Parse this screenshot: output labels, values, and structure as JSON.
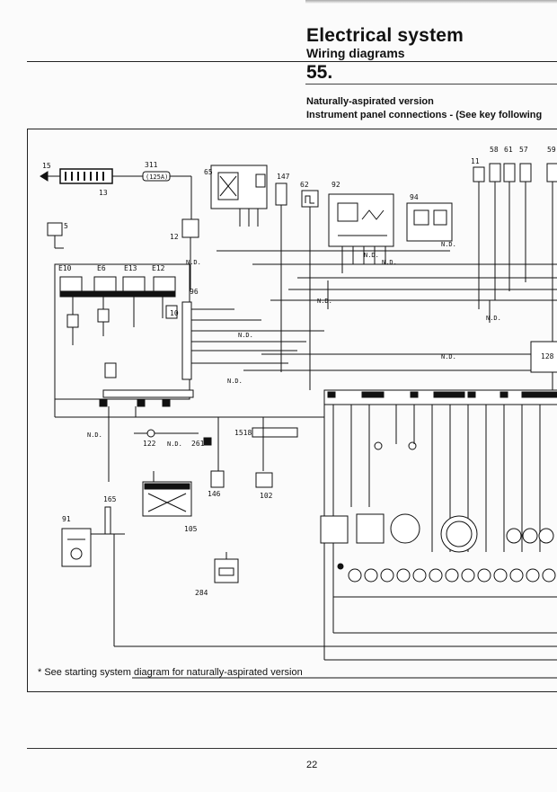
{
  "header": {
    "title": "Electrical system",
    "subtitle": "Wiring diagrams",
    "section_number": "55."
  },
  "captions": {
    "version": "Naturally-aspirated version",
    "connections": "Instrument panel connections - (See key following"
  },
  "diagram": {
    "component_labels": [
      "15",
      "311",
      "13",
      "65",
      "147",
      "62",
      "92",
      "58",
      "61",
      "57",
      "59",
      "11",
      "94",
      "5",
      "12",
      "E10",
      "E6",
      "E13",
      "E12",
      "96",
      "10",
      "128",
      "122",
      "261",
      "1518",
      "146",
      "102",
      "165",
      "91",
      "105",
      "284"
    ],
    "wire_notes": [
      "N.D.",
      "N.D.",
      "N.D.",
      "N.D.",
      "N.D.",
      "N.D.",
      "N.D.",
      "N.D.",
      "N.D.",
      "N.D."
    ],
    "fuse_label": "(125A)"
  },
  "footnote": "* See starting system diagram for naturally-aspirated version",
  "page_number": "22"
}
